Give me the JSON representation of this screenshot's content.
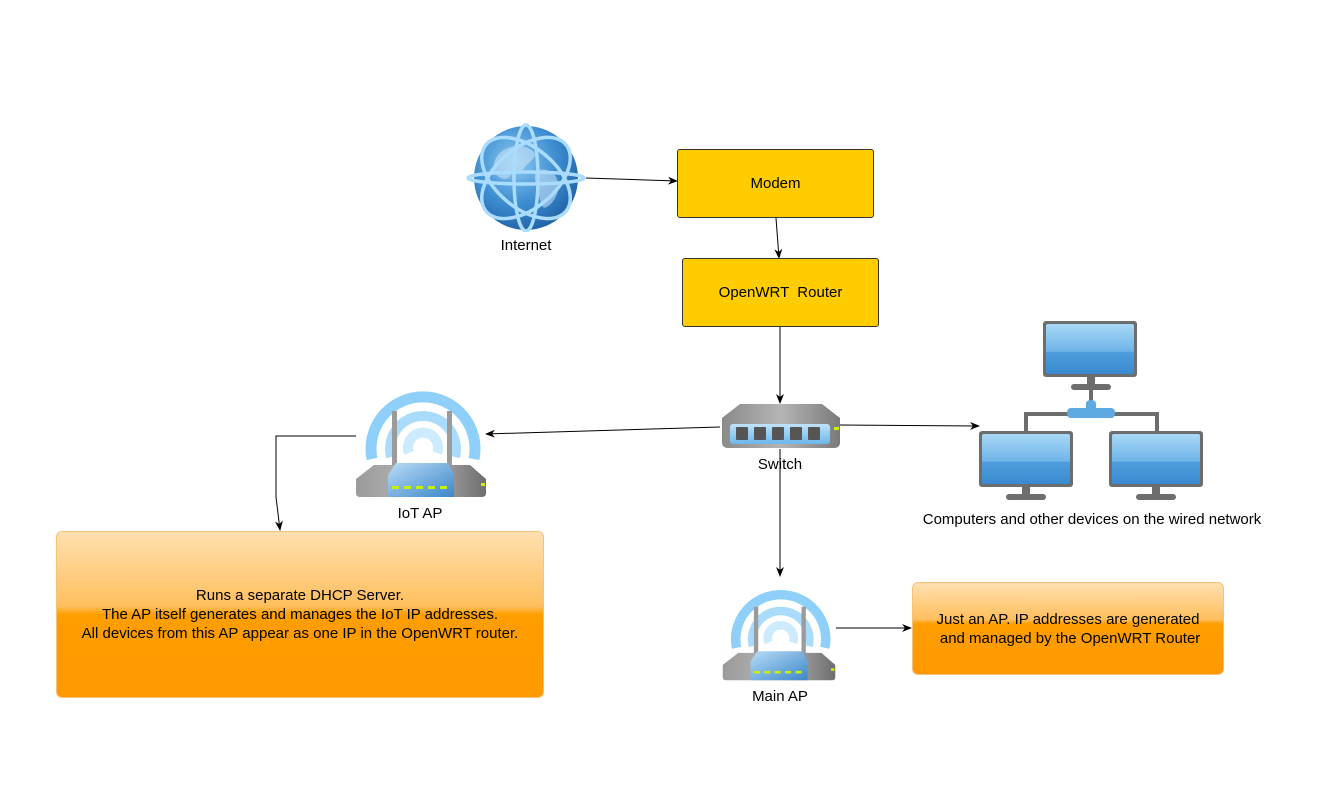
{
  "diagram": {
    "nodes": {
      "internet": {
        "label": "Internet",
        "icon": "globe-icon"
      },
      "modem": {
        "label": "Modem"
      },
      "router": {
        "label": "OpenWRT  Router"
      },
      "switch": {
        "label": "Switch",
        "icon": "network-switch-icon"
      },
      "iot_ap": {
        "label": "IoT AP",
        "icon": "wireless-router-icon"
      },
      "main_ap": {
        "label": "Main AP",
        "icon": "wireless-router-icon"
      },
      "wired_network": {
        "label": "Computers and other devices on the wired network",
        "icon": "computer-network-icon"
      }
    },
    "notes": {
      "iot_note": {
        "lines": [
          "Runs a separate DHCP Server.",
          "The AP itself generates and manages the IoT IP addresses.",
          "All devices from this AP appear as one IP in the OpenWRT router."
        ]
      },
      "main_note": {
        "lines": [
          "Just an AP. IP addresses are generated",
          " and managed by the OpenWRT Router"
        ]
      }
    },
    "edges": [
      {
        "from": "internet",
        "to": "modem"
      },
      {
        "from": "modem",
        "to": "router"
      },
      {
        "from": "router",
        "to": "switch"
      },
      {
        "from": "switch",
        "to": "iot_ap"
      },
      {
        "from": "switch",
        "to": "wired_network"
      },
      {
        "from": "switch",
        "to": "main_ap"
      },
      {
        "from": "iot_ap",
        "to": "iot_note"
      },
      {
        "from": "main_ap",
        "to": "main_note"
      }
    ],
    "colors": {
      "process_fill": "#ffcc00",
      "note_fill": "#ff9900",
      "edge": "#000000"
    }
  }
}
